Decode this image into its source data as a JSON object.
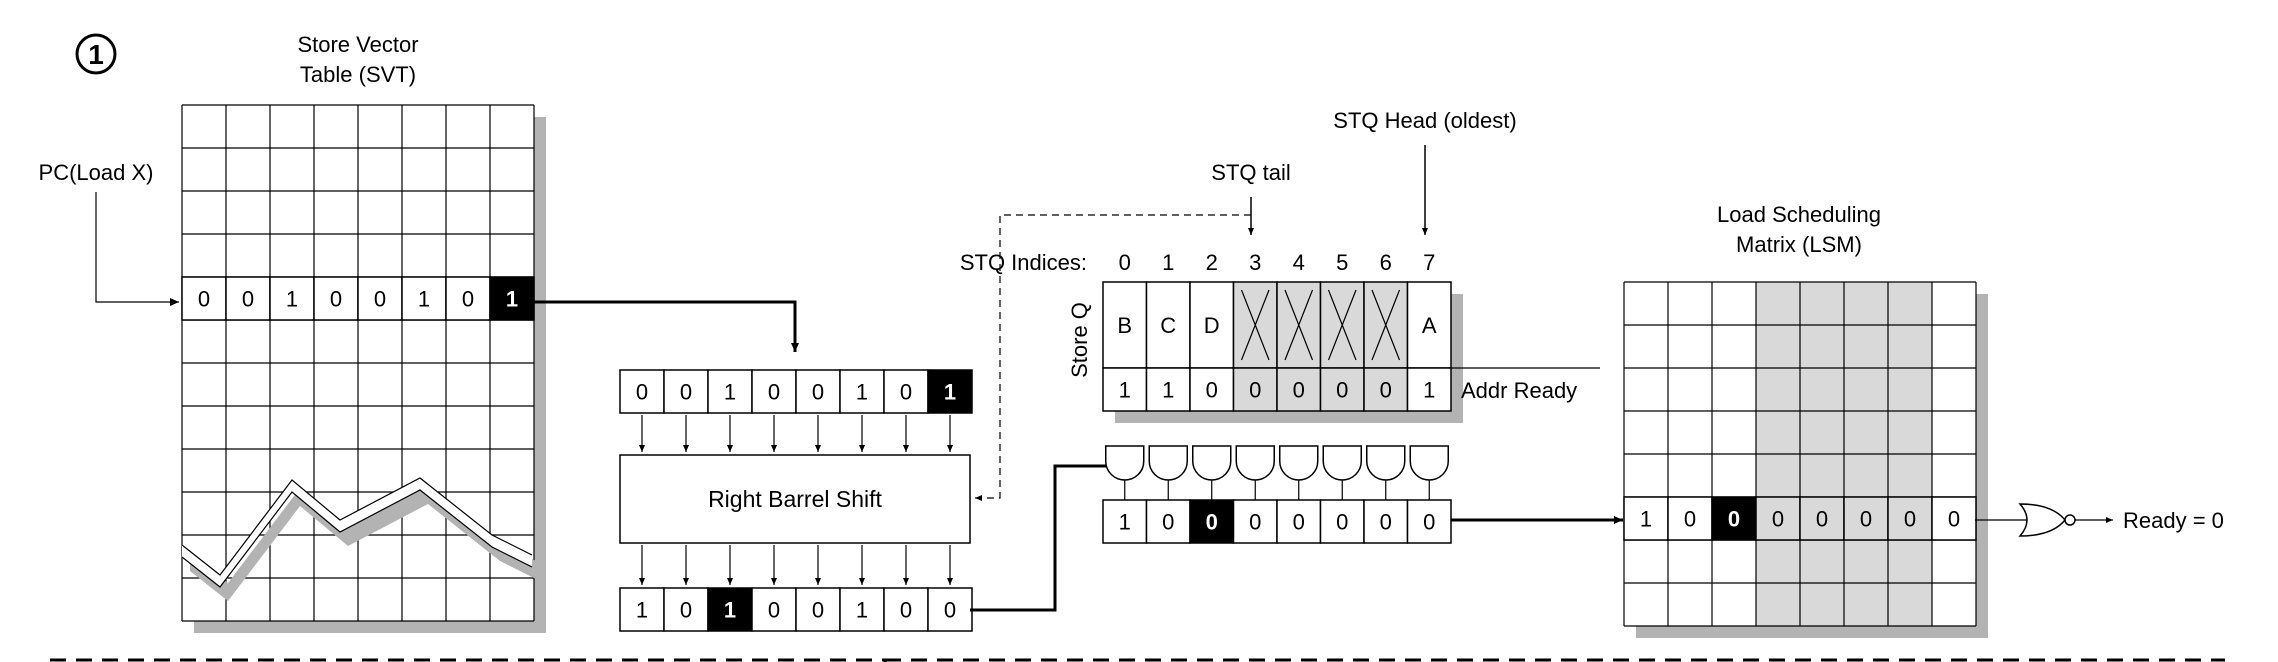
{
  "colors": {
    "stroke": "#000000",
    "shadow": "#b3b3b3",
    "shade": "#d9d9d9",
    "highlight": "#000000"
  },
  "icons": {
    "step": "circled-number-icon",
    "gate": "nor-gate-icon",
    "and_gate": "and-gate-icon"
  },
  "step_number": "1",
  "svt": {
    "title_line1": "Store Vector",
    "title_line2": "Table (SVT)",
    "input_label": "PC(Load X)",
    "row_bits": [
      "0",
      "0",
      "1",
      "0",
      "0",
      "1",
      "0",
      "1"
    ],
    "highlight_index": 7
  },
  "barrel": {
    "input_bits": [
      "0",
      "0",
      "1",
      "0",
      "0",
      "1",
      "0",
      "1"
    ],
    "input_highlight": 7,
    "label": "Right Barrel Shift",
    "output_bits": [
      "1",
      "0",
      "1",
      "0",
      "0",
      "1",
      "0",
      "0"
    ],
    "output_highlight": 2
  },
  "stq": {
    "head_label": "STQ Head (oldest)",
    "tail_label": "STQ tail",
    "indices_label": "STQ Indices:",
    "indices": [
      "0",
      "1",
      "2",
      "3",
      "4",
      "5",
      "6",
      "7"
    ],
    "side_label": "Store Q",
    "entries": [
      "B",
      "C",
      "D",
      "",
      "",
      "",
      "",
      "A"
    ],
    "empty_entries": [
      3,
      4,
      5,
      6
    ],
    "ready_bits": [
      "1",
      "1",
      "0",
      "0",
      "0",
      "0",
      "0",
      "1"
    ],
    "ready_label": "Addr Ready",
    "result_bits": [
      "1",
      "0",
      "0",
      "0",
      "0",
      "0",
      "0",
      "0"
    ],
    "result_highlight": 2
  },
  "lsm": {
    "title_line1": "Load Scheduling",
    "title_line2": "Matrix (LSM)",
    "row_bits": [
      "1",
      "0",
      "0",
      "0",
      "0",
      "0",
      "0",
      "0"
    ],
    "highlight_index": 2,
    "shaded_columns": [
      3,
      4,
      5,
      6
    ],
    "output_label": "Ready = 0"
  }
}
